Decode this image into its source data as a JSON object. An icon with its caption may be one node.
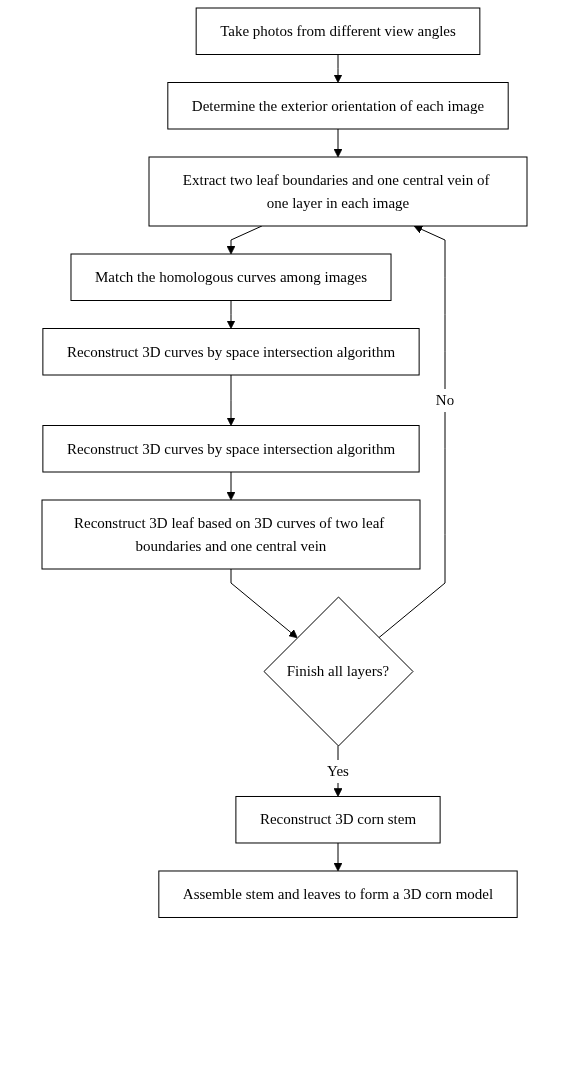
{
  "diagram": {
    "nodes": [
      {
        "text": [
          "Take photos from different view angles"
        ]
      },
      {
        "text": [
          "Determine the exterior orientation of each image"
        ]
      },
      {
        "text": [
          "Extract two leaf boundaries and one central vein of one layer in each image"
        ]
      },
      {
        "text": [
          "Match the homologous curves among images"
        ]
      },
      {
        "text": [
          "Reconstruct 3D curves by space intersection algorithm"
        ]
      },
      {
        "text": [
          "Reconstruct 3D curves by space intersection algorithm"
        ]
      },
      {
        "text": [
          "Reconstruct 3D leaf based on 3D curves of two leaf boundaries and one central vein"
        ]
      },
      {
        "text": [
          "Finish all layers?"
        ]
      },
      {
        "text": [
          "Reconstruct 3D corn stem"
        ]
      },
      {
        "text": [
          "Assemble stem and leaves to form a 3D corn model"
        ]
      }
    ],
    "edges": [
      {
        "from": 0,
        "to": 1,
        "arrow": "to"
      },
      {
        "from": 1,
        "to": 2,
        "arrow": "to"
      },
      {
        "from": 2,
        "to": 3,
        "arrow": "to"
      },
      {
        "from": 3,
        "to": 4,
        "arrow": "to"
      },
      {
        "from": 4,
        "to": 5,
        "arrow": "to"
      },
      {
        "from": 5,
        "to": 6,
        "arrow": "to"
      },
      {
        "from": 6,
        "to": 7,
        "arrow": "to"
      },
      {
        "from": 7,
        "to": 2,
        "arrow": "to",
        "label": "No"
      },
      {
        "from": 7,
        "to": 8,
        "arrow": "to",
        "label": "Yes"
      },
      {
        "from": 8,
        "to": 9,
        "arrow": "to"
      }
    ]
  }
}
